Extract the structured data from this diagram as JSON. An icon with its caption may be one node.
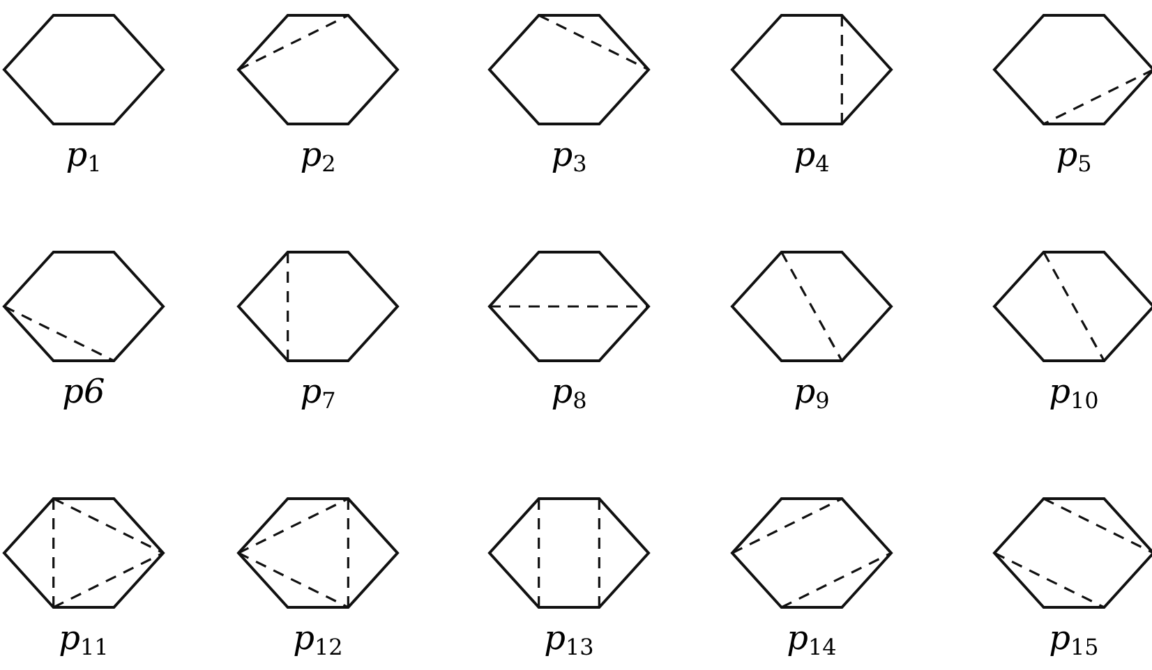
{
  "diagram": {
    "nodes": [
      {
        "text": [],
        "shape": "hexagon",
        "beside": [
          "*p*$_{1}$"
        ]
      },
      {
        "text": [],
        "shape": "hexagon",
        "beside": [
          "*p*$_{2}$"
        ]
      },
      {
        "text": [],
        "shape": "hexagon",
        "beside": [
          "*p*$_{3}$"
        ]
      },
      {
        "text": [],
        "shape": "hexagon",
        "beside": [
          "*p*$_{4}$"
        ]
      },
      {
        "text": [],
        "shape": "hexagon",
        "beside": [
          "*p*$_{5}$"
        ]
      },
      {
        "text": [],
        "shape": "hexagon",
        "beside": [
          "p6"
        ]
      },
      {
        "text": [],
        "shape": "hexagon",
        "beside": [
          "*p*$_{7}$"
        ]
      },
      {
        "text": [],
        "shape": "hexagon",
        "beside": [
          "*p*$_{8}$"
        ]
      },
      {
        "text": [],
        "shape": "hexagon",
        "beside": [
          "*p*$_{9}$"
        ]
      },
      {
        "text": [],
        "shape": "hexagon",
        "beside": [
          "*p*$_{10}$"
        ]
      },
      {
        "text": [],
        "shape": "hexagon",
        "beside": [
          "*p*$_{11}$"
        ]
      },
      {
        "text": [],
        "shape": "hexagon",
        "beside": [
          "*p*$_{12}$"
        ]
      },
      {
        "text": [],
        "shape": "hexagon",
        "beside": [
          "*p*$_{13}$"
        ]
      },
      {
        "text": [],
        "shape": "hexagon",
        "beside": [
          "*p*$_{14}$"
        ]
      },
      {
        "text": [],
        "shape": "hexagon",
        "beside": [
          "*p*$_{15}$"
        ]
      }
    ]
  }
}
